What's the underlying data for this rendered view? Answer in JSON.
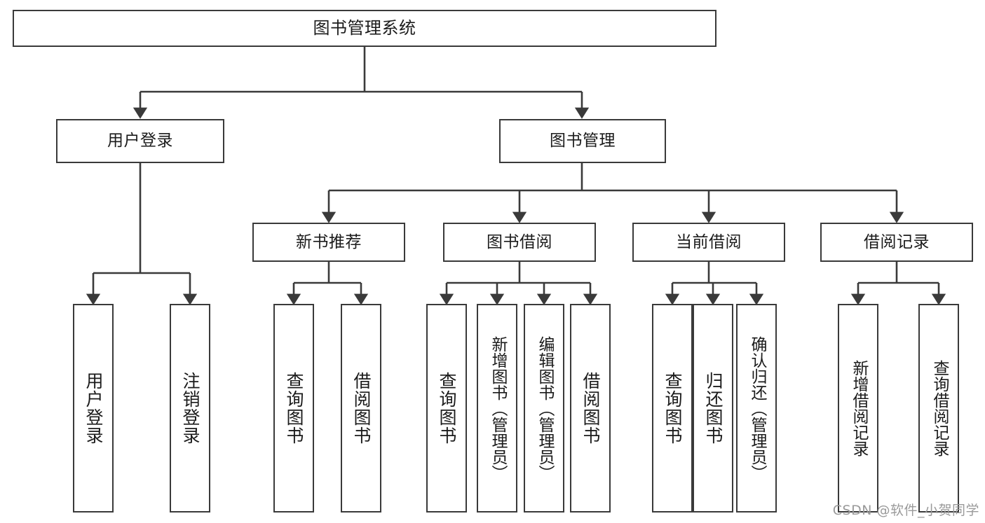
{
  "diagram": {
    "title": "图书管理系统",
    "type": "tree-hierarchy-diagram",
    "colors": {
      "box_border": "#3a3a3a",
      "box_fill": "#ffffff",
      "edge": "#3a3a3a",
      "text": "#1b1b1b",
      "watermark": "#9a9a9a",
      "background": "#ffffff"
    },
    "root": {
      "label": "图书管理系统"
    },
    "level2": [
      {
        "id": "user-login",
        "label": "用户登录"
      },
      {
        "id": "book-manage",
        "label": "图书管理"
      }
    ],
    "level3": [
      {
        "id": "new-book-recommend",
        "label": "新书推荐"
      },
      {
        "id": "book-borrow",
        "label": "图书借阅"
      },
      {
        "id": "current-borrow",
        "label": "当前借阅"
      },
      {
        "id": "borrow-record",
        "label": "借阅记录"
      }
    ],
    "leaves": {
      "user_login": [
        {
          "id": "leaf-user-login",
          "label": "用户登录"
        },
        {
          "id": "leaf-logout",
          "label": "注销登录"
        }
      ],
      "new_book_recommend": [
        {
          "id": "leaf-query-book-1",
          "label": "查询图书"
        },
        {
          "id": "leaf-borrow-book-1",
          "label": "借阅图书"
        }
      ],
      "book_borrow": [
        {
          "id": "leaf-query-book-2",
          "label": "查询图书"
        },
        {
          "id": "leaf-add-book",
          "label": "新增图书（管理员）"
        },
        {
          "id": "leaf-edit-book",
          "label": "编辑图书（管理员）"
        },
        {
          "id": "leaf-borrow-book-2",
          "label": "借阅图书"
        }
      ],
      "current_borrow": [
        {
          "id": "leaf-query-book-3",
          "label": "查询图书"
        },
        {
          "id": "leaf-return-book",
          "label": "归还图书"
        },
        {
          "id": "leaf-confirm-return",
          "label": "确认归还（管理员）"
        }
      ],
      "borrow_record": [
        {
          "id": "leaf-add-record",
          "label": "新增借阅记录"
        },
        {
          "id": "leaf-query-record",
          "label": "查询借阅记录"
        }
      ]
    }
  },
  "watermark": {
    "text": "CSDN @软件_小贺同学"
  }
}
